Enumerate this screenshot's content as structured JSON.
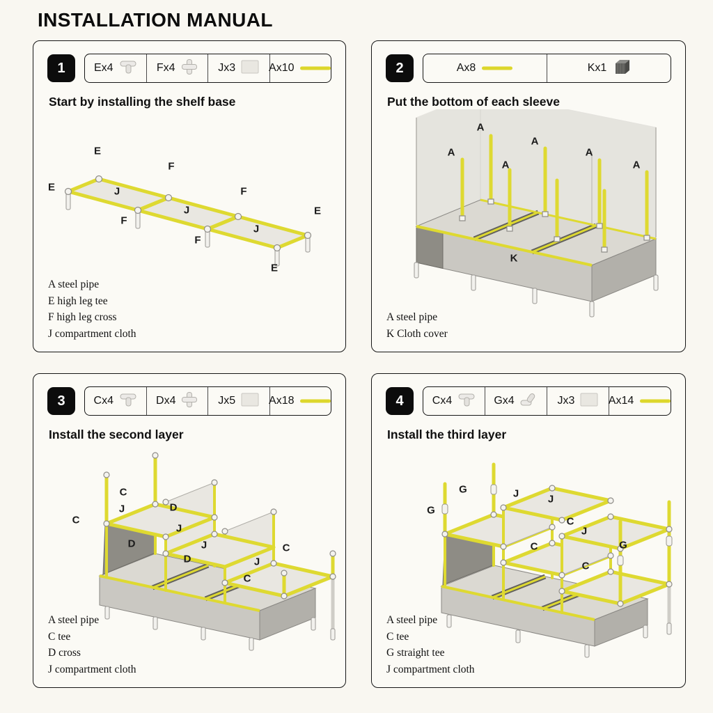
{
  "page": {
    "title": "INSTALLATION MANUAL"
  },
  "panels": [
    {
      "step": "1",
      "instruction": "Start by installing the shelf base",
      "parts": [
        {
          "label": "Ex4",
          "icon": "tee-connector"
        },
        {
          "label": "Fx4",
          "icon": "cross-connector"
        },
        {
          "label": "Jx3",
          "icon": "compartment-cloth"
        },
        {
          "label": "Ax10",
          "icon": "steel-pipe"
        }
      ],
      "diagram_labels": [
        "E",
        "E",
        "F",
        "J",
        "F",
        "J",
        "F",
        "J",
        "F",
        "E",
        "E"
      ],
      "legend": [
        "A steel pipe",
        "E high leg tee",
        "F high leg cross",
        "J compartment cloth"
      ]
    },
    {
      "step": "2",
      "instruction": "Put the bottom of each sleeve",
      "parts": [
        {
          "label": "Ax8",
          "icon": "steel-pipe"
        },
        {
          "label": "Kx1",
          "icon": "cloth-cover"
        }
      ],
      "diagram_labels": [
        "A",
        "A",
        "A",
        "A",
        "A",
        "A",
        "K"
      ],
      "legend": [
        "A steel pipe",
        "K Cloth cover"
      ]
    },
    {
      "step": "3",
      "instruction": "Install the second layer",
      "parts": [
        {
          "label": "Cx4",
          "icon": "tee-connector"
        },
        {
          "label": "Dx4",
          "icon": "cross-connector"
        },
        {
          "label": "Jx5",
          "icon": "compartment-cloth"
        },
        {
          "label": "Ax18",
          "icon": "steel-pipe"
        }
      ],
      "diagram_labels": [
        "C",
        "J",
        "D",
        "C",
        "J",
        "D",
        "J",
        "D",
        "J",
        "C",
        "C"
      ],
      "legend": [
        "A steel pipe",
        "C tee",
        "D cross",
        "J compartment cloth"
      ]
    },
    {
      "step": "4",
      "instruction": "Install the third layer",
      "parts": [
        {
          "label": "Cx4",
          "icon": "tee-connector"
        },
        {
          "label": "Gx4",
          "icon": "straight-tee-connector"
        },
        {
          "label": "Jx3",
          "icon": "compartment-cloth"
        },
        {
          "label": "Ax14",
          "icon": "steel-pipe"
        }
      ],
      "diagram_labels": [
        "G",
        "J",
        "G",
        "J",
        "J",
        "C",
        "C",
        "G",
        "C"
      ],
      "legend": [
        "A steel pipe",
        "C tee",
        "G straight tee",
        "J compartment cloth"
      ]
    }
  ],
  "colors": {
    "pipe_yellow": "#ded931",
    "cloth_gray": "#dbd9d2",
    "panel_border": "#161616"
  }
}
